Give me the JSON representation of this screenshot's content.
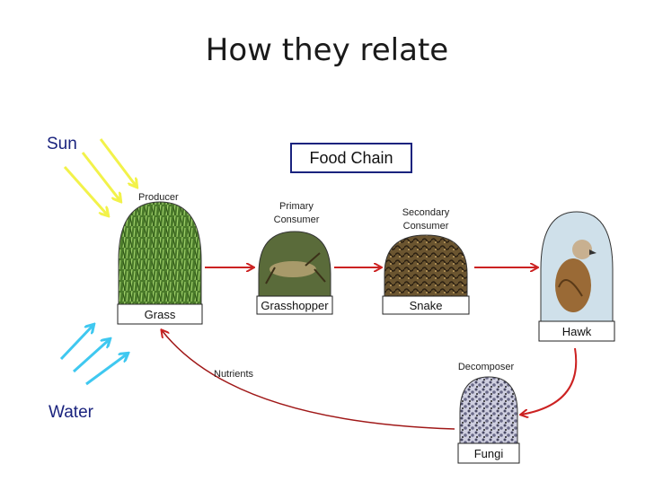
{
  "title": "How they relate",
  "food_chain_label": "Food Chain",
  "sun_label": "Sun",
  "water_label": "Water",
  "nodes": {
    "grass": {
      "role": "Producer",
      "name": "Grass"
    },
    "grasshopper": {
      "role_line1": "Primary",
      "role_line2": "Consumer",
      "name": "Grasshopper"
    },
    "snake": {
      "role_line1": "Secondary",
      "role_line2": "Consumer",
      "name": "Snake"
    },
    "hawk": {
      "name": "Hawk"
    },
    "fungi": {
      "role": "Decomposer",
      "name": "Fungi"
    }
  },
  "nutrients_label": "Nutrients",
  "colors": {
    "arrow_red": "#cc2222",
    "sun_yellow": "#f2f24a",
    "water_cyan": "#3fc8f0",
    "label_navy": "#1a237e"
  }
}
